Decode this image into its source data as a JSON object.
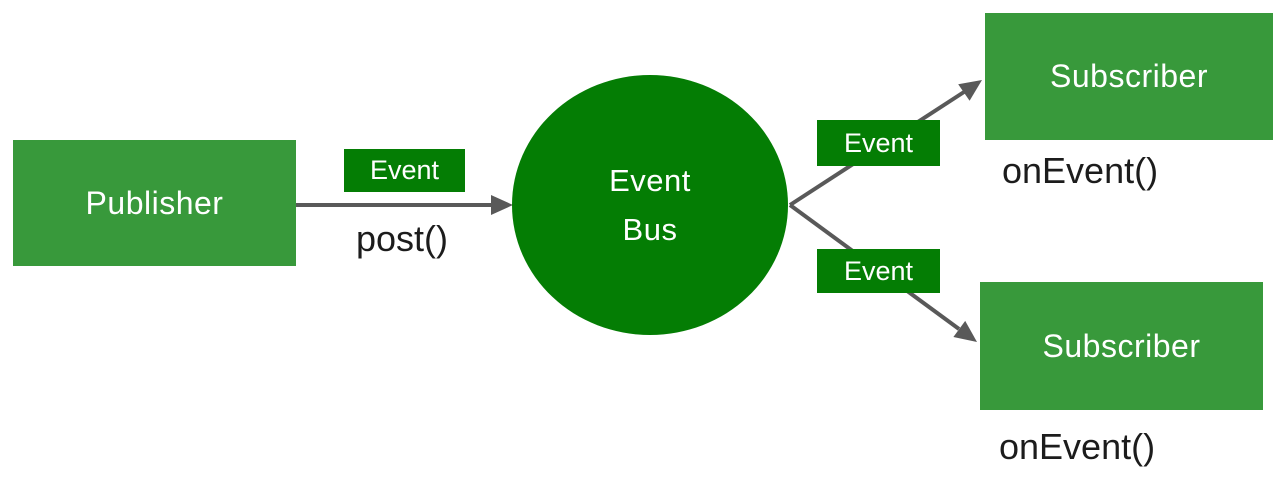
{
  "colors": {
    "node_green": "#38993B",
    "bus_green": "#047D04",
    "arrow_gray": "#595959",
    "method_text": "#1C1C1C",
    "label_text": "#FFFFFF"
  },
  "nodes": {
    "publisher": {
      "label": "Publisher"
    },
    "event_bus": {
      "line1": "Event",
      "line2": "Bus"
    },
    "subscriber_top": {
      "label": "Subscriber",
      "method": "onEvent()"
    },
    "subscriber_bottom": {
      "label": "Subscriber",
      "method": "onEvent()"
    }
  },
  "edges": {
    "publish": {
      "badge": "Event",
      "method": "post()"
    },
    "deliver_top": {
      "badge": "Event"
    },
    "deliver_bottom": {
      "badge": "Event"
    }
  }
}
